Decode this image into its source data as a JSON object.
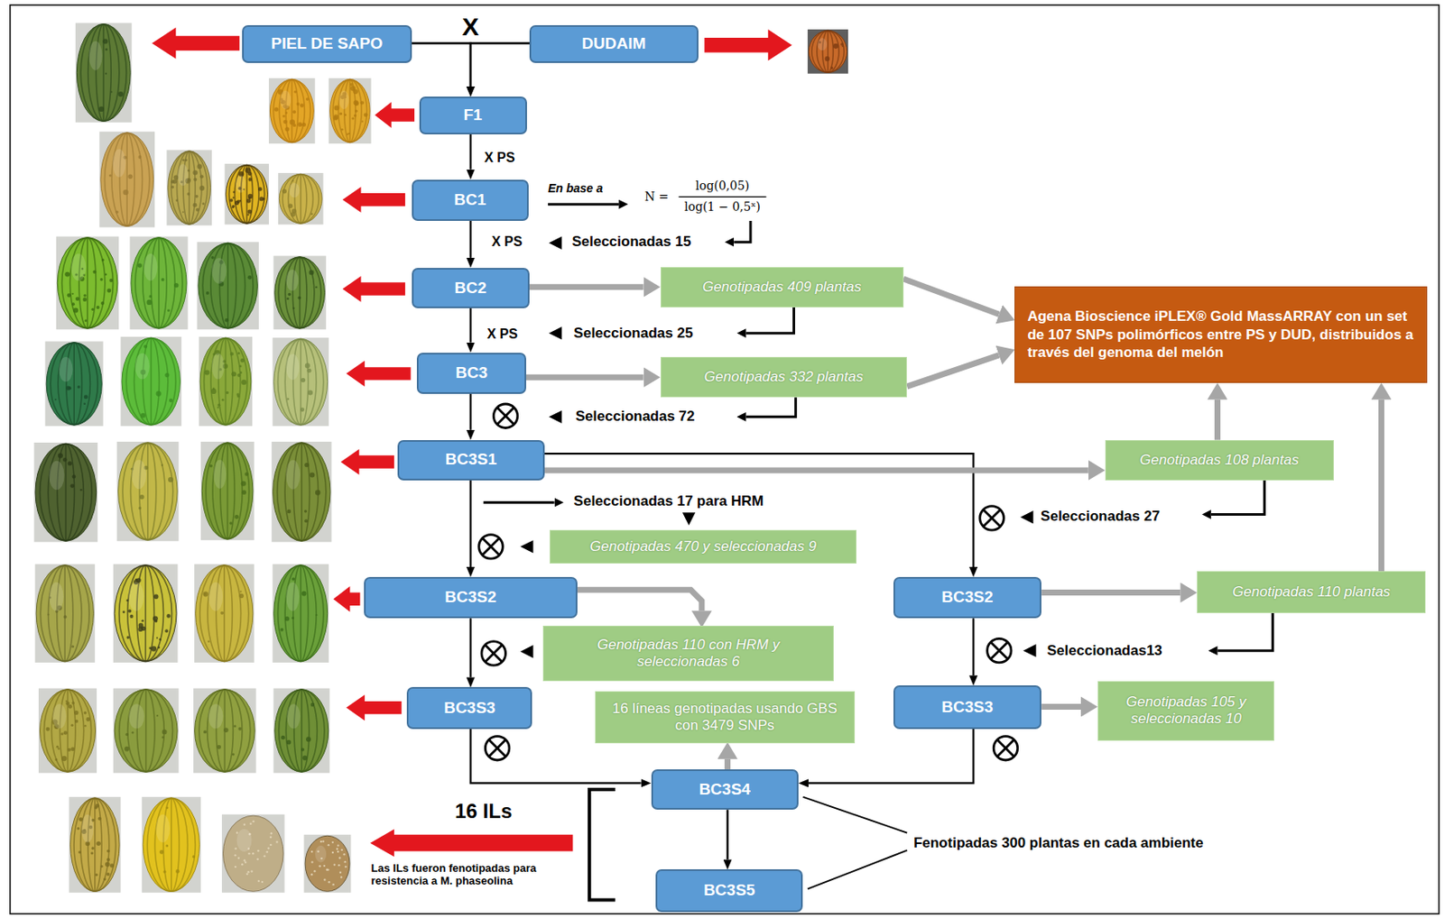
{
  "diagram": {
    "nodes": [
      {
        "text": [
          "PIEL DE SAPO"
        ]
      },
      {
        "text": [
          "DUDAIM"
        ]
      },
      {
        "text": [
          "F1"
        ]
      },
      {
        "text": [
          "BC1"
        ]
      },
      {
        "text": [
          "BC2"
        ]
      },
      {
        "text": [
          "Genotipadas 409 plantas"
        ]
      },
      {
        "text": [
          "Agena Bioscience iPLEX® Gold MassARRAY con un set de 107 SNPs polimórficos entre PS y DUD, distribuidos a través del genoma del melón"
        ]
      },
      {
        "text": [
          "BC3"
        ]
      },
      {
        "text": [
          "Genotipadas 332 plantas"
        ]
      },
      {
        "text": [
          "BC3S1"
        ]
      },
      {
        "text": [
          "Genotipadas 108 plantas"
        ]
      },
      {
        "text": [
          "Genotipadas 470 y seleccionadas 9"
        ]
      },
      {
        "text": [
          "BC3S2"
        ]
      },
      {
        "text": [
          "BC3S2"
        ]
      },
      {
        "text": [
          "Genotipadas 110 plantas"
        ]
      },
      {
        "text": [
          "Genotipadas 110 con HRM y seleccionadas 6"
        ]
      },
      {
        "text": [
          "BC3S3"
        ]
      },
      {
        "text": [
          "16 líneas genotipadas usando GBS con 3479 SNPs"
        ]
      },
      {
        "text": [
          "BC3S3"
        ]
      },
      {
        "text": [
          "Genotipadas 105 y seleccionadas 10"
        ]
      },
      {
        "text": [
          "BC3S4"
        ]
      },
      {
        "text": [
          "BC3S5"
        ]
      }
    ],
    "edges": [
      {
        "from": 0,
        "to": 2,
        "arrow": "to"
      },
      {
        "from": 1,
        "to": 2,
        "arrow": "to"
      },
      {
        "from": 2,
        "to": 3,
        "label": "X PS",
        "arrow": "to"
      },
      {
        "from": 3,
        "to": 4,
        "label": "X PS",
        "arrow": "to"
      },
      {
        "from": 4,
        "to": 7,
        "label": "X PS",
        "arrow": "to"
      },
      {
        "from": 7,
        "to": 9,
        "arrow": "to"
      },
      {
        "from": 9,
        "to": 12,
        "arrow": "to"
      },
      {
        "from": 9,
        "to": 13,
        "arrow": "to"
      },
      {
        "from": 12,
        "to": 16,
        "arrow": "to"
      },
      {
        "from": 13,
        "to": 18,
        "arrow": "to"
      },
      {
        "from": 16,
        "to": 20,
        "arrow": "to"
      },
      {
        "from": 18,
        "to": 20,
        "arrow": "to"
      },
      {
        "from": 20,
        "to": 21,
        "arrow": "to"
      },
      {
        "from": 4,
        "to": 5,
        "arrow": "to"
      },
      {
        "from": 7,
        "to": 8,
        "arrow": "to"
      },
      {
        "from": 9,
        "to": 10,
        "arrow": "to"
      },
      {
        "from": 12,
        "to": 15,
        "arrow": "to"
      },
      {
        "from": 13,
        "to": 14,
        "arrow": "to"
      },
      {
        "from": 18,
        "to": 19,
        "arrow": "to"
      },
      {
        "from": 20,
        "to": 17,
        "arrow": "to"
      },
      {
        "from": 5,
        "to": 6,
        "arrow": "to"
      },
      {
        "from": 8,
        "to": 6,
        "arrow": "to"
      },
      {
        "from": 10,
        "to": 6,
        "arrow": "to"
      },
      {
        "from": 14,
        "to": 6,
        "arrow": "to"
      }
    ],
    "labels": [
      "X",
      "En base a",
      "N =",
      "log(0,05)",
      "log(1 − 0,5ˣ)",
      "Seleccionadas 15",
      "Seleccionadas 25",
      "Seleccionadas 72",
      "Seleccionadas 17 para HRM",
      "Seleccionadas 27",
      "Seleccionadas13",
      "16 ILs",
      "Las ILs fueron fenotipadas para resistencia a M. phaseolina",
      "Fenotipadas 300 plantas en cada ambiente"
    ]
  }
}
